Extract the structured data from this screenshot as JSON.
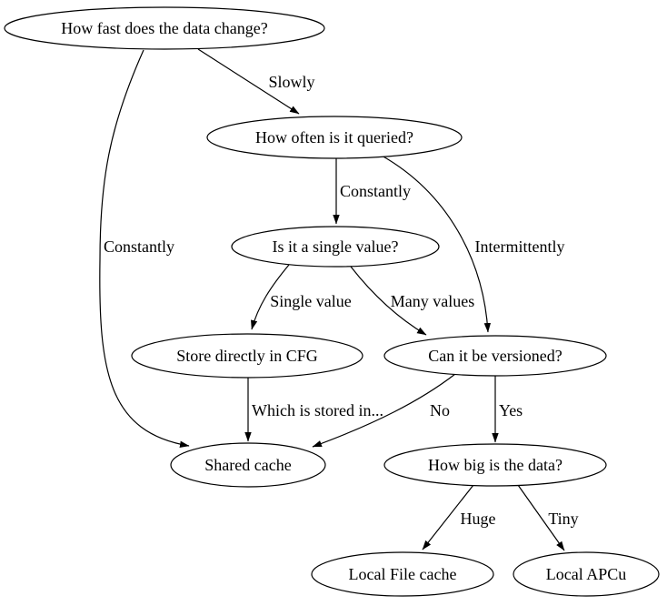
{
  "diagram": {
    "type": "decision-flowchart",
    "colors": {
      "background": "#ffffff",
      "node_fill": "#ffffff",
      "node_stroke": "#000000",
      "edge_stroke": "#000000",
      "text": "#000000"
    },
    "nodes": {
      "how_fast": "How fast does the data change?",
      "how_often": "How often is it queried?",
      "single_value_q": "Is it a single value?",
      "store_cfg": "Store directly in CFG",
      "versioned": "Can it be versioned?",
      "shared_cache": "Shared cache",
      "how_big": "How big is the data?",
      "local_file": "Local File cache",
      "local_apcu": "Local APCu"
    },
    "edge_labels": {
      "slowly": "Slowly",
      "constantly_left": "Constantly",
      "constantly_mid": "Constantly",
      "intermittently": "Intermittently",
      "single_value": "Single value",
      "many_values": "Many values",
      "which_stored": "Which is stored in...",
      "no": "No",
      "yes": "Yes",
      "huge": "Huge",
      "tiny": "Tiny"
    }
  }
}
